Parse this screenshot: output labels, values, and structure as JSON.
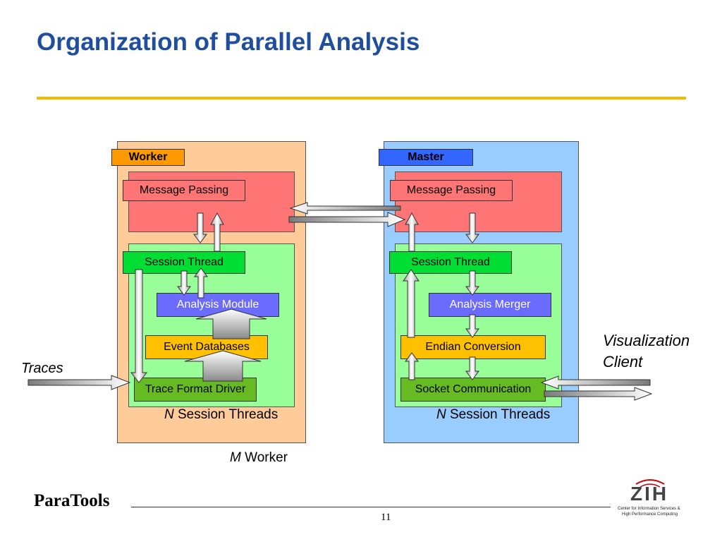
{
  "slide": {
    "title": "Organization of Parallel Analysis",
    "page_number": "11"
  },
  "worker": {
    "tag": "Worker",
    "message_passing": "Message Passing",
    "session_thread": "Session Thread",
    "analysis_module": "Analysis Module",
    "event_databases": "Event Databases",
    "trace_format_driver": "Trace Format Driver",
    "n_prefix": "N",
    "session_threads": " Session Threads",
    "m_prefix": "M",
    "worker_suffix": " Worker"
  },
  "master": {
    "tag": "Master",
    "message_passing": "Message Passing",
    "session_thread": "Session Thread",
    "analysis_merger": "Analysis Merger",
    "endian_conversion": "Endian Conversion",
    "socket_communication": "Socket Communication",
    "n_prefix": "N",
    "session_threads": " Session Threads"
  },
  "external": {
    "traces": "Traces",
    "visualization_line1": "Visualization",
    "visualization_line2": "Client"
  },
  "logos": {
    "left": "ParaTools",
    "right_main": "ZIH",
    "right_sub1": "Center for Information Services &",
    "right_sub2": "High Performance Computing"
  },
  "colors": {
    "title": "#1f4e9f",
    "rule": "#f5b800",
    "worker_panel": "#ffcc99",
    "master_panel": "#99ccff",
    "message_box": "#ff7575",
    "session_area": "#99ff99",
    "session_thread": "#00dd33",
    "analysis": "#6b6bff",
    "event_db": "#ffc000",
    "trace_driver": "#66bb22",
    "worker_tag": "#ff9900",
    "master_tag": "#3366ff"
  }
}
